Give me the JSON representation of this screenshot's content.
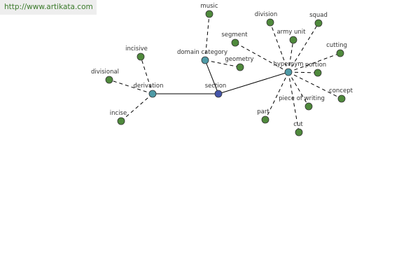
{
  "source_link": "http://www.artikata.com",
  "colors": {
    "edge": "#000000",
    "dashed_edge": "#000000",
    "leaf_node": "#4f8a3c",
    "hub_node": "#4e9aa6",
    "center_node": "#4455aa",
    "node_stroke": "#333333"
  },
  "graph": {
    "nodes": [
      {
        "id": "section",
        "label": "section",
        "kind": "center"
      },
      {
        "id": "derivation",
        "label": "derivation",
        "kind": "hub"
      },
      {
        "id": "domain_category",
        "label": "domain category",
        "kind": "hub"
      },
      {
        "id": "hypernym",
        "label": "hypernym",
        "kind": "hub"
      },
      {
        "id": "incisive",
        "label": "incisive",
        "kind": "leaf"
      },
      {
        "id": "divisional",
        "label": "divisional",
        "kind": "leaf"
      },
      {
        "id": "incise",
        "label": "incise",
        "kind": "leaf"
      },
      {
        "id": "music",
        "label": "music",
        "kind": "leaf"
      },
      {
        "id": "geometry",
        "label": "geometry",
        "kind": "leaf"
      },
      {
        "id": "segment",
        "label": "segment",
        "kind": "leaf"
      },
      {
        "id": "division",
        "label": "division",
        "kind": "leaf"
      },
      {
        "id": "army_unit",
        "label": "army unit",
        "kind": "leaf"
      },
      {
        "id": "squad",
        "label": "squad",
        "kind": "leaf"
      },
      {
        "id": "cutting",
        "label": "cutting",
        "kind": "leaf"
      },
      {
        "id": "portion",
        "label": "portion",
        "kind": "leaf"
      },
      {
        "id": "concept",
        "label": "concept",
        "kind": "leaf"
      },
      {
        "id": "piece_of_writing",
        "label": "piece of writing",
        "kind": "leaf"
      },
      {
        "id": "cut",
        "label": "cut",
        "kind": "leaf"
      },
      {
        "id": "part",
        "label": "part",
        "kind": "leaf"
      }
    ],
    "edges": [
      {
        "from": "derivation",
        "to": "section",
        "style": "solid"
      },
      {
        "from": "domain_category",
        "to": "section",
        "style": "solid"
      },
      {
        "from": "hypernym",
        "to": "section",
        "style": "solid"
      },
      {
        "from": "derivation",
        "to": "incisive",
        "style": "dashed"
      },
      {
        "from": "derivation",
        "to": "divisional",
        "style": "dashed"
      },
      {
        "from": "derivation",
        "to": "incise",
        "style": "dashed"
      },
      {
        "from": "domain_category",
        "to": "music",
        "style": "dashed"
      },
      {
        "from": "domain_category",
        "to": "geometry",
        "style": "dashed"
      },
      {
        "from": "hypernym",
        "to": "segment",
        "style": "dashed"
      },
      {
        "from": "hypernym",
        "to": "division",
        "style": "dashed"
      },
      {
        "from": "hypernym",
        "to": "army_unit",
        "style": "dashed"
      },
      {
        "from": "hypernym",
        "to": "squad",
        "style": "dashed"
      },
      {
        "from": "hypernym",
        "to": "cutting",
        "style": "dashed"
      },
      {
        "from": "hypernym",
        "to": "portion",
        "style": "dashed"
      },
      {
        "from": "hypernym",
        "to": "concept",
        "style": "dashed"
      },
      {
        "from": "hypernym",
        "to": "piece_of_writing",
        "style": "dashed"
      },
      {
        "from": "hypernym",
        "to": "cut",
        "style": "dashed"
      },
      {
        "from": "hypernym",
        "to": "part",
        "style": "dashed"
      }
    ]
  }
}
